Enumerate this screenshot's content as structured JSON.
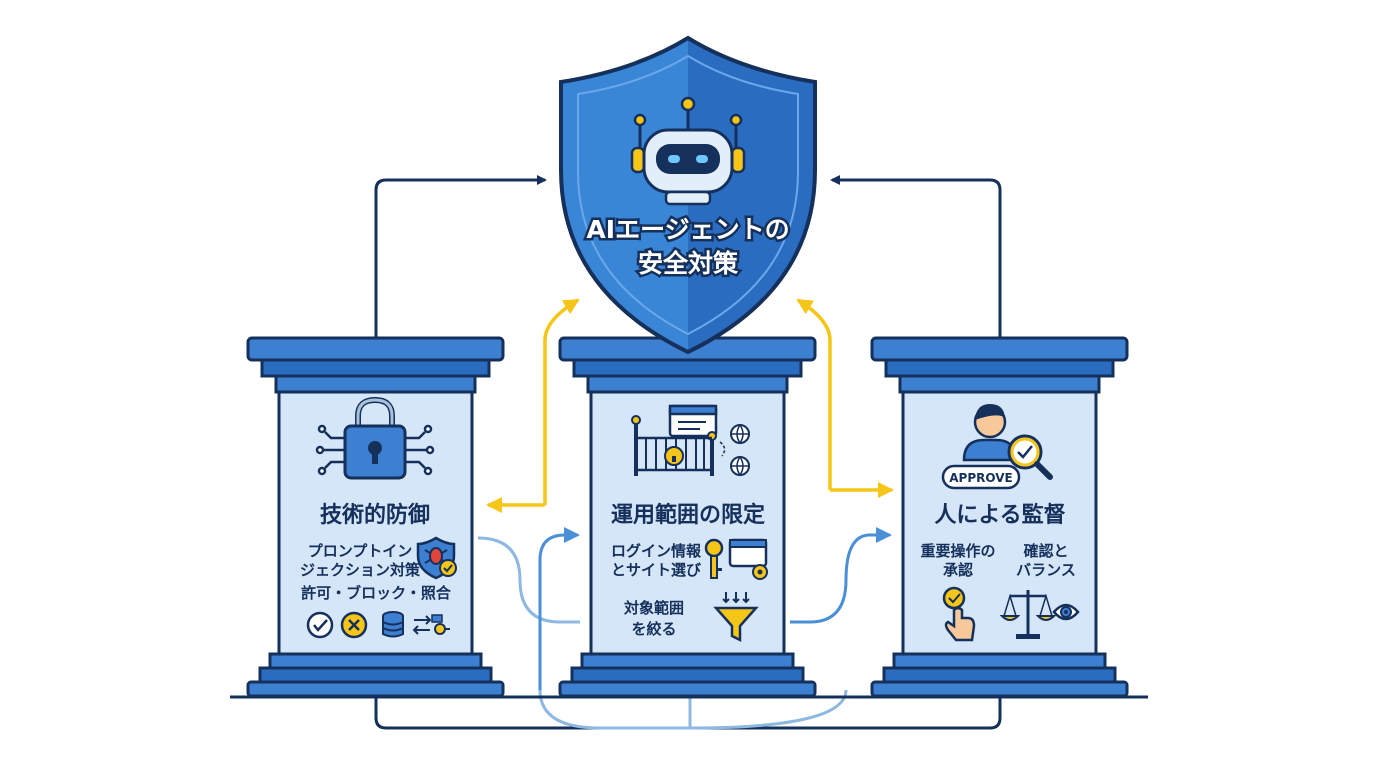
{
  "shield": {
    "title_line1": "AIエージェントの",
    "title_line2": "安全対策",
    "icon": "robot-icon"
  },
  "pillars": [
    {
      "title": "技術的防御",
      "icon": "circuit-lock-icon",
      "item1_line1": "プロンプトイン",
      "item1_line2": "ジェクション対策",
      "item1_icon": "bug-shield-icon",
      "item2": "許可・ブロック・照合",
      "item2_icons": [
        "check-circle-icon",
        "x-circle-icon",
        "database-icon",
        "key-exchange-icon"
      ]
    },
    {
      "title": "運用範囲の限定",
      "icon": "gate-globe-icon",
      "item1_line1": "ログイン情報",
      "item1_line2": "とサイト選び",
      "item1_icon": "key-browser-icon",
      "item2_line1": "対象範囲",
      "item2_line2": "を絞る",
      "item2_icon": "funnel-icon"
    },
    {
      "title": "人による監督",
      "icon": "person-approve-icon",
      "badge": "APPROVE",
      "item1_line1": "重要操作の",
      "item1_line2": "承認",
      "item1_icon": "hand-check-icon",
      "item2_line1": "確認と",
      "item2_line2": "バランス",
      "item2_icon": "scale-eye-icon"
    }
  ],
  "colors": {
    "navy": "#16305c",
    "blue": "#3d7fd0",
    "light": "#d4e6f8",
    "yellow": "#f5c518",
    "connector": "#8cb8e2"
  }
}
